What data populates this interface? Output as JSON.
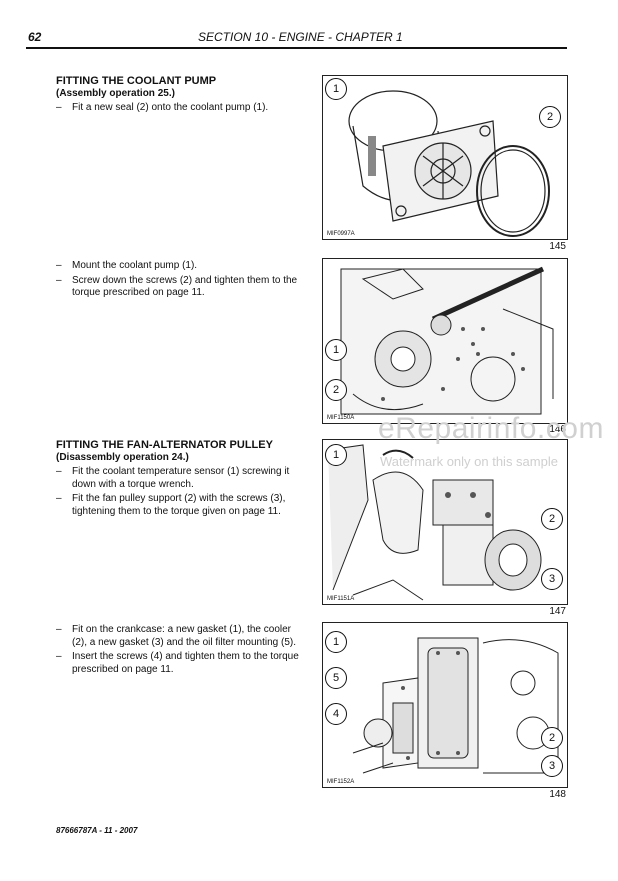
{
  "header": {
    "page_number": "62",
    "section_title": "SECTION 10 - ENGINE - CHAPTER 1"
  },
  "sections": [
    {
      "heading": "FITTING THE COOLANT PUMP",
      "subheading": "(Assembly operation 25.)",
      "steps": [
        "Fit a new seal (2) onto the coolant pump (1)."
      ]
    },
    {
      "heading": "",
      "subheading": "",
      "steps": [
        "Mount the coolant pump (1).",
        "Screw down the screws (2) and tighten them to the torque prescribed on page 11."
      ]
    },
    {
      "heading": "FITTING THE FAN-ALTERNATOR PULLEY",
      "subheading": "(Disassembly operation 24.)",
      "steps": [
        "Fit the coolant temperature sensor (1) screwing it down with a torque wrench.",
        "Fit the fan pulley support (2) with the screws (3), tightening them to the torque given on page 11."
      ]
    },
    {
      "heading": "",
      "subheading": "",
      "steps": [
        "Fit on the crankcase: a new gasket (1), the cooler (2), a new gasket (3) and the oil filter mounting (5).",
        "Insert the screws (4) and tighten them to the torque prescribed on page 11."
      ]
    }
  ],
  "step_marker": "–",
  "figures": [
    {
      "code": "MIF0997A",
      "number": "145",
      "callouts": [
        "1",
        "2"
      ]
    },
    {
      "code": "MIF1150A",
      "number": "146",
      "callouts": [
        "1",
        "2"
      ]
    },
    {
      "code": "MIF1151A",
      "number": "147",
      "callouts": [
        "1",
        "2",
        "3"
      ]
    },
    {
      "code": "MIF1152A",
      "number": "148",
      "callouts": [
        "1",
        "5",
        "4",
        "2",
        "3"
      ]
    }
  ],
  "watermark": {
    "text": "eRepairinfo.com",
    "subtext": "Watermark only on this sample"
  },
  "footer": "87666787A - 11 - 2007"
}
